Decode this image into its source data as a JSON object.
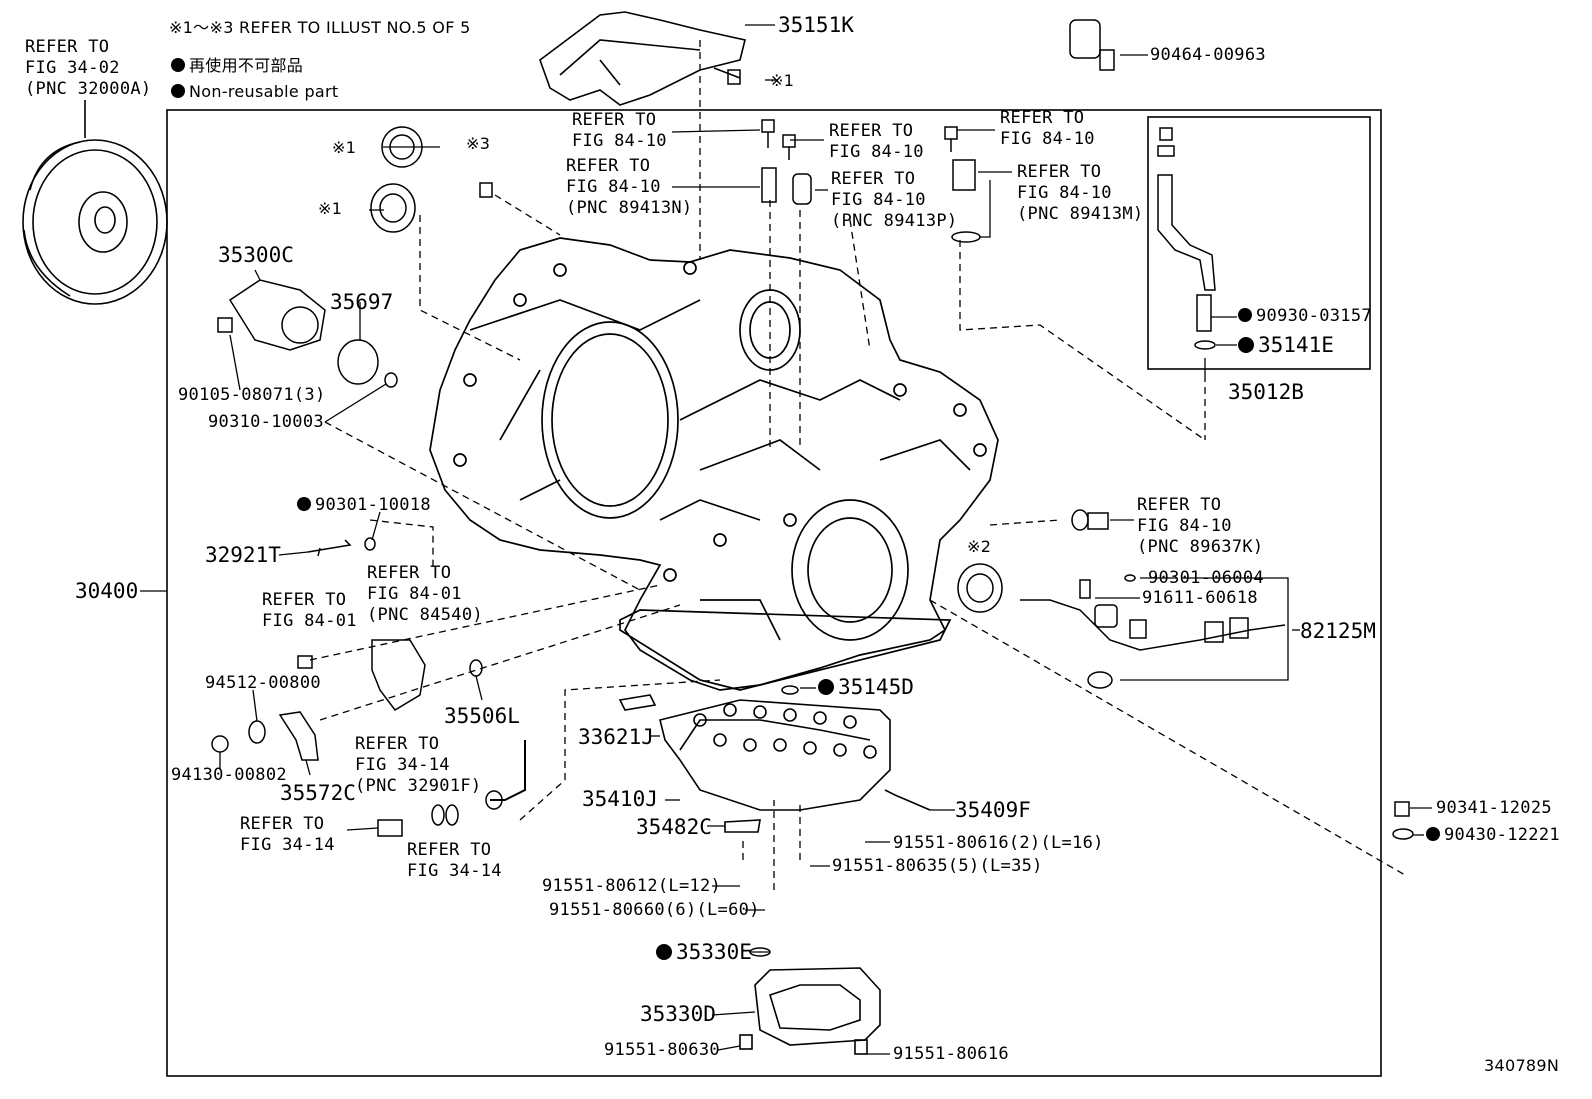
{
  "header": {
    "note_refer": "※1～※3 REFER TO ILLUST NO.5 OF 5",
    "legend_jp": "再使用不可部品",
    "legend_en": "Non-reusable part"
  },
  "figure_id": "340789N",
  "refs": {
    "torque_converter": [
      "REFER TO",
      "FIG 34-02",
      "(PNC 32000A)"
    ],
    "sensor_a": [
      "REFER TO",
      "FIG 84-10"
    ],
    "sensor_b": [
      "REFER TO",
      "FIG 84-10"
    ],
    "sensor_c": [
      "REFER TO",
      "FIG 84-10",
      "(PNC 89413N)"
    ],
    "sensor_d": [
      "REFER TO",
      "FIG 84-10",
      "(PNC 89413P)"
    ],
    "sensor_e": [
      "REFER TO",
      "FIG 84-10"
    ],
    "sensor_f": [
      "REFER TO",
      "FIG 84-10",
      "(PNC 89413M)"
    ],
    "speed_sensor": [
      "REFER TO",
      "FIG 84-10",
      "(PNC 89637K)"
    ],
    "neutral_switch": [
      "REFER TO",
      "FIG 84-01",
      "(PNC 84540)"
    ],
    "neutral_bolt": [
      "REFER TO",
      "FIG 84-01"
    ],
    "oil_cooler_pipe": [
      "REFER TO",
      "FIG 34-14",
      "(PNC 32901F)"
    ],
    "union_bolt": [
      "REFER TO",
      "FIG 34-14"
    ],
    "gasket": [
      "REFER TO",
      "FIG 34-14"
    ]
  },
  "marks": {
    "x1": "※1",
    "x2": "※2",
    "x3": "※3"
  },
  "parts": {
    "p35151K": "35151K",
    "p90464": "90464-00963",
    "p35300C": "35300C",
    "p35697": "35697",
    "p90105": "90105-08071(3)",
    "p90310": "90310-10003",
    "p90301_10018": "90301-10018",
    "p32921T": "32921T",
    "p30400": "30400",
    "p94512": "94512-00800",
    "p94130": "94130-00802",
    "p35572C": "35572C",
    "p35506L": "35506L",
    "p90930": "90930-03157",
    "p35141E": "35141E",
    "p35012B": "35012B",
    "p90301_06004": "90301-06004",
    "p91611": "91611-60618",
    "p82125M": "82125M",
    "p35145D": "35145D",
    "p33621J": "33621J",
    "p35410J": "35410J",
    "p35482C": "35482C",
    "p35409F": "35409F",
    "p91551_80616_2": "91551-80616(2)(L=16)",
    "p91551_80635": "91551-80635(5)(L=35)",
    "p91551_80612": "91551-80612(L=12)",
    "p91551_80660": "91551-80660(6)(L=60)",
    "p90341": "90341-12025",
    "p90430": "90430-12221",
    "p35330E": "35330E",
    "p35330D": "35330D",
    "p91551_80630": "91551-80630",
    "p91551_80616": "91551-80616"
  }
}
